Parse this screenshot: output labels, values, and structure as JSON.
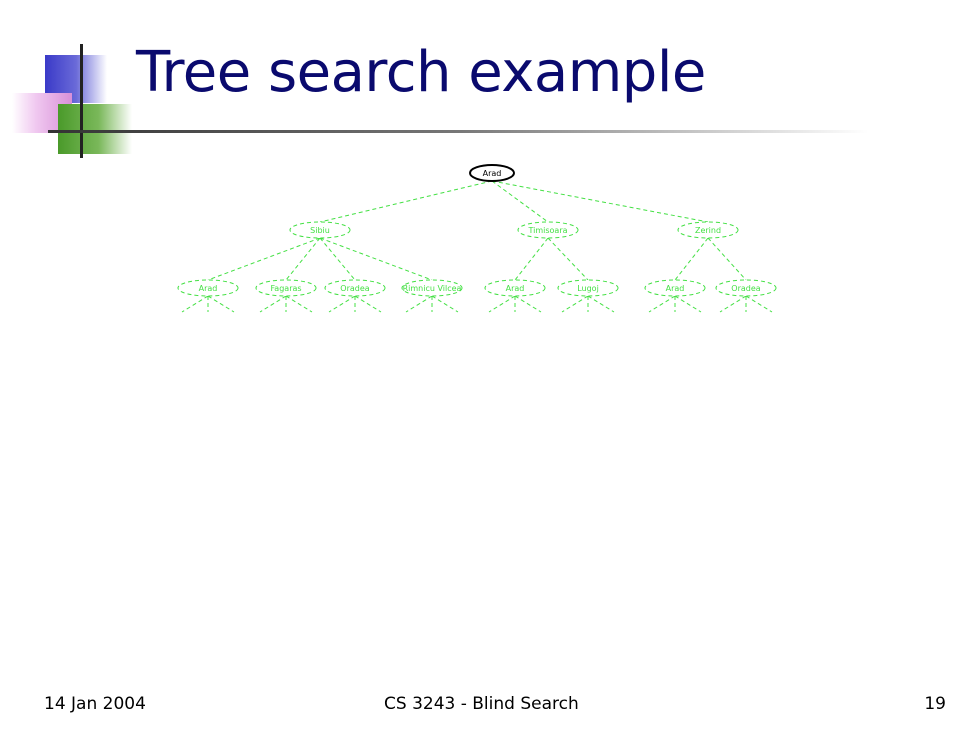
{
  "slide": {
    "title": "Tree search example"
  },
  "tree": {
    "root": {
      "label": "Arad"
    },
    "level1": [
      {
        "label": "Sibiu"
      },
      {
        "label": "Timisoara"
      },
      {
        "label": "Zerind"
      }
    ],
    "level2": [
      {
        "label": "Arad",
        "parent": 0
      },
      {
        "label": "Fagaras",
        "parent": 0
      },
      {
        "label": "Oradea",
        "parent": 0
      },
      {
        "label": "Rimnicu Vilcea",
        "parent": 0
      },
      {
        "label": "Arad",
        "parent": 1
      },
      {
        "label": "Lugoj",
        "parent": 1
      },
      {
        "label": "Arad",
        "parent": 2
      },
      {
        "label": "Oradea",
        "parent": 2
      }
    ],
    "colors": {
      "expanded": "#000000",
      "frontier": "#44e044"
    }
  },
  "footer": {
    "date": "14 Jan 2004",
    "course": "CS 3243 - Blind Search",
    "page": "19"
  }
}
